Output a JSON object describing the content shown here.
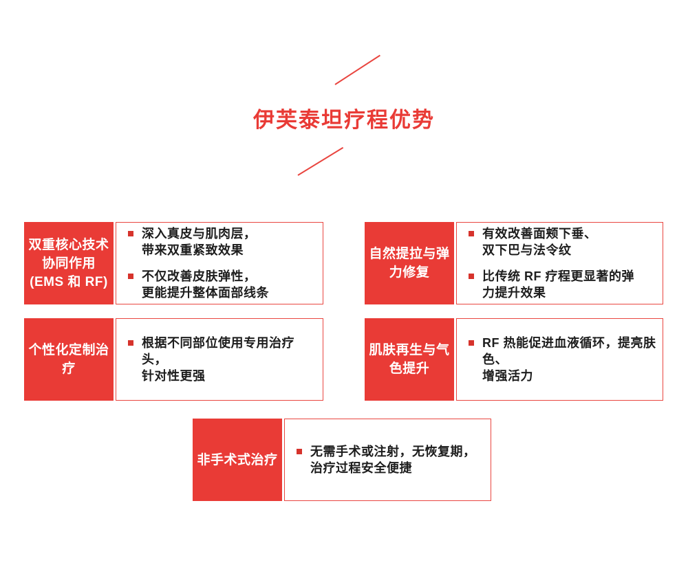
{
  "title": "伊芙泰坦疗程优势",
  "colors": {
    "accent_red": "#e93b36",
    "body_text": "#1d1d1d",
    "header_text": "#ffffff"
  },
  "cards": [
    {
      "title": "双重核心技术\n协同作用\n(EMS 和 RF)",
      "bullets": [
        "深入真皮与肌肉层，\n带来双重紧致效果",
        "不仅改善皮肤弹性，\n更能提升整体面部线条"
      ]
    },
    {
      "title": "自然提拉与弹\n力修复",
      "bullets": [
        "有效改善面颊下垂、\n双下巴与法令纹",
        "比传统 RF 疗程更显著的弹\n力提升效果"
      ]
    },
    {
      "title": "个性化定制治疗",
      "bullets": [
        "根据不同部位使用专用治疗头，\n针对性更强"
      ]
    },
    {
      "title": "肌肤再生与气\n色提升",
      "bullets": [
        "RF 热能促进血液循环，提亮肤色、\n增强活力"
      ]
    },
    {
      "title": "非手术式治疗",
      "bullets": [
        "无需手术或注射，无恢复期，\n治疗过程安全便捷"
      ]
    }
  ]
}
